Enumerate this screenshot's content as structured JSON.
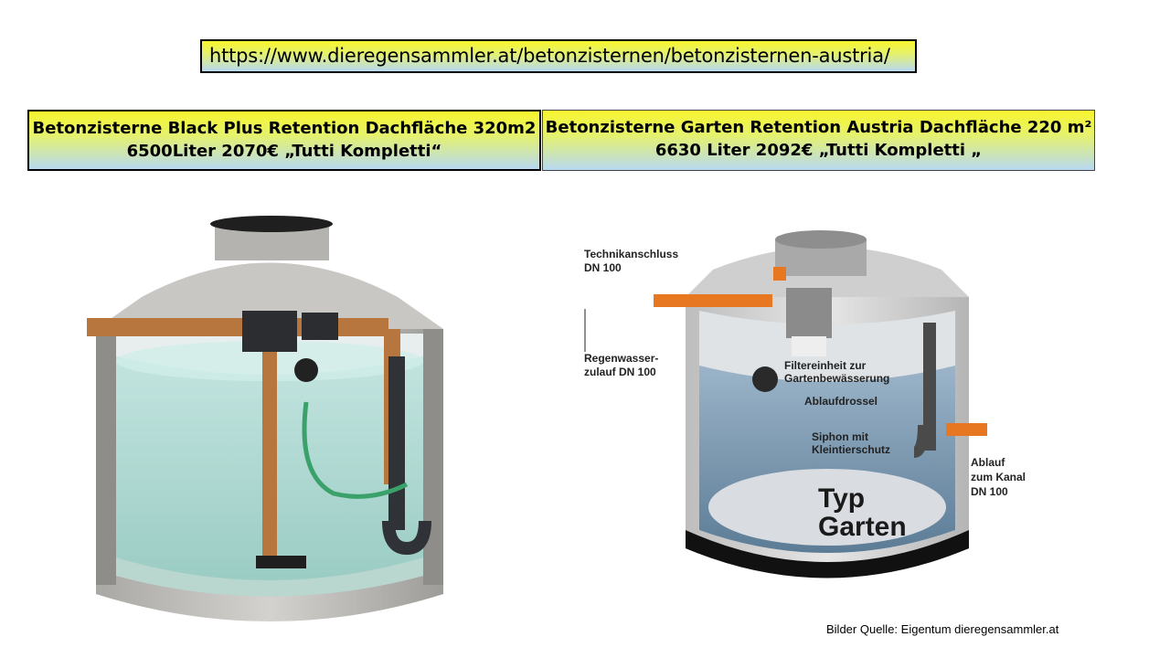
{
  "url": "https://www.dieregensammler.at/betonzisternen/betonzisternen-austria/",
  "products": [
    {
      "title": "Betonzisterne Black Plus Retention  Dachfläche 320m2",
      "details": "6500Liter    2070€  „Tutti Kompletti“"
    },
    {
      "title": "Betonzisterne Garten Retention Austria Dachfläche 220 m²",
      "details": "6630 Liter    2092€    „Tutti Kompletti „"
    }
  ],
  "diagram_labels": {
    "technikanschluss": [
      "Technikanschluss",
      "DN 100"
    ],
    "regenwasser": [
      "Regenwasser-",
      "zulauf DN 100"
    ],
    "filter": [
      "Filtereinheit zur",
      "Gartenbewässerung"
    ],
    "ablaufdrossel": "Ablaufdrossel",
    "siphon": [
      "Siphon mit",
      "Kleintierschutz"
    ],
    "ablauf": [
      "Ablauf",
      "zum Kanal",
      "DN 100"
    ],
    "typ": [
      "Typ",
      "Garten"
    ]
  },
  "source": "Bilder Quelle:  Eigentum  dieregensammler.at",
  "colors": {
    "banner_top": "#f7f52e",
    "banner_bottom": "#b7d9f2",
    "pipe_orange": "#e87722"
  }
}
